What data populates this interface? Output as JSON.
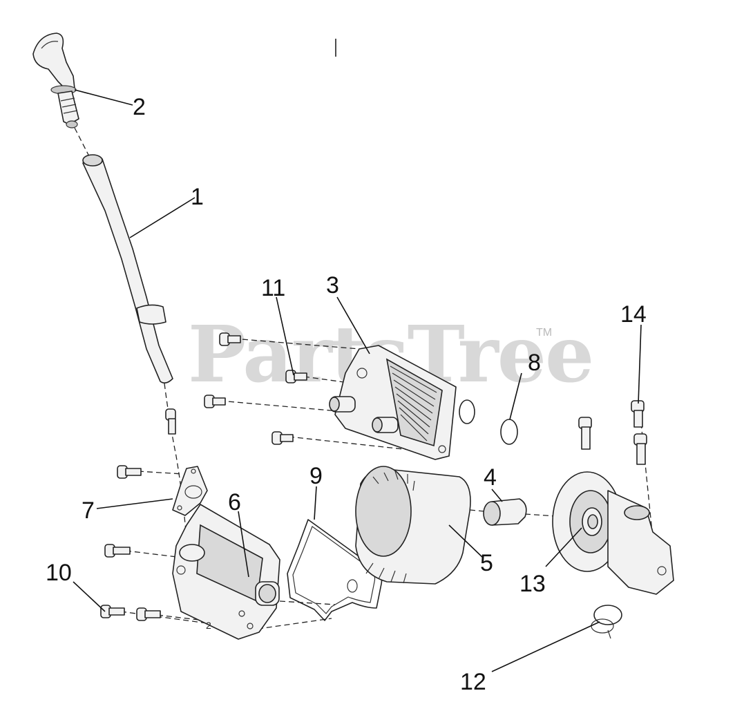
{
  "watermark": {
    "text": "PartsTree",
    "mark": "TM"
  },
  "callouts": [
    {
      "id": "1",
      "label": "1"
    },
    {
      "id": "2",
      "label": "2"
    },
    {
      "id": "3",
      "label": "3"
    },
    {
      "id": "4",
      "label": "4"
    },
    {
      "id": "5",
      "label": "5"
    },
    {
      "id": "6",
      "label": "6"
    },
    {
      "id": "7",
      "label": "7"
    },
    {
      "id": "8",
      "label": "8"
    },
    {
      "id": "9",
      "label": "9"
    },
    {
      "id": "10",
      "label": "10"
    },
    {
      "id": "11",
      "label": "11"
    },
    {
      "id": "12",
      "label": "12"
    },
    {
      "id": "13",
      "label": "13"
    },
    {
      "id": "14",
      "label": "14"
    }
  ],
  "housing_mark": "2"
}
